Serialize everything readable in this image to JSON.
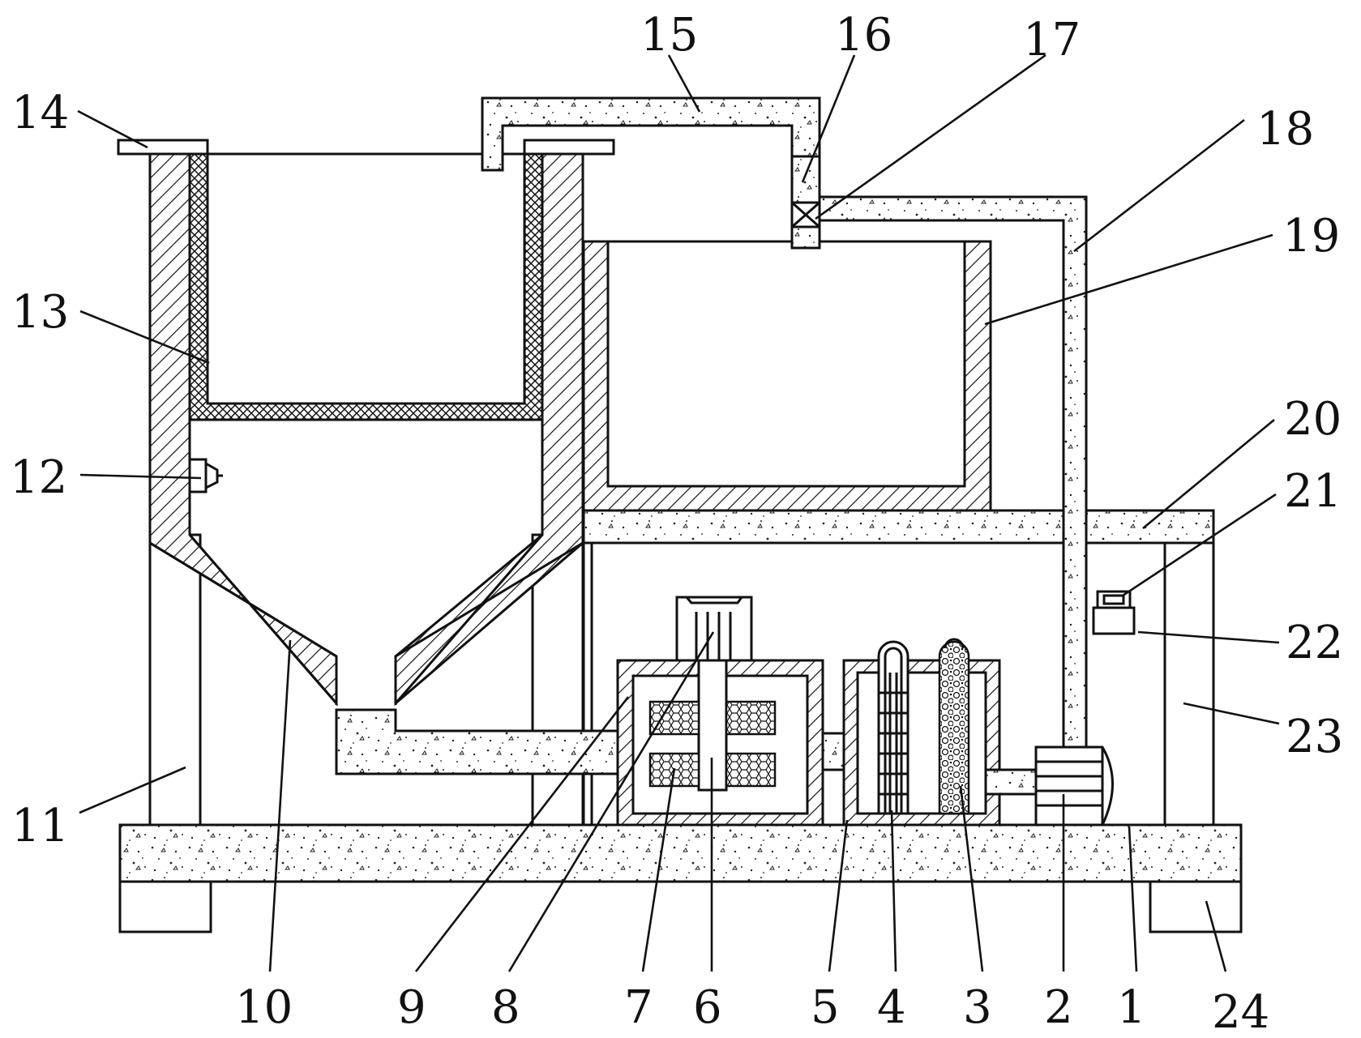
{
  "diagram": {
    "callouts": [
      {
        "id": "1",
        "text": "1"
      },
      {
        "id": "2",
        "text": "2"
      },
      {
        "id": "3",
        "text": "3"
      },
      {
        "id": "4",
        "text": "4"
      },
      {
        "id": "5",
        "text": "5"
      },
      {
        "id": "6",
        "text": "6"
      },
      {
        "id": "7",
        "text": "7"
      },
      {
        "id": "8",
        "text": "8"
      },
      {
        "id": "9",
        "text": "9"
      },
      {
        "id": "10",
        "text": "10"
      },
      {
        "id": "11",
        "text": "11"
      },
      {
        "id": "12",
        "text": "12"
      },
      {
        "id": "13",
        "text": "13"
      },
      {
        "id": "14",
        "text": "14"
      },
      {
        "id": "15",
        "text": "15"
      },
      {
        "id": "16",
        "text": "16"
      },
      {
        "id": "17",
        "text": "17"
      },
      {
        "id": "18",
        "text": "18"
      },
      {
        "id": "19",
        "text": "19"
      },
      {
        "id": "20",
        "text": "20"
      },
      {
        "id": "21",
        "text": "21"
      },
      {
        "id": "22",
        "text": "22"
      },
      {
        "id": "23",
        "text": "23"
      },
      {
        "id": "24",
        "text": "24"
      }
    ],
    "line_color": "#111111",
    "background": "#ffffff"
  }
}
